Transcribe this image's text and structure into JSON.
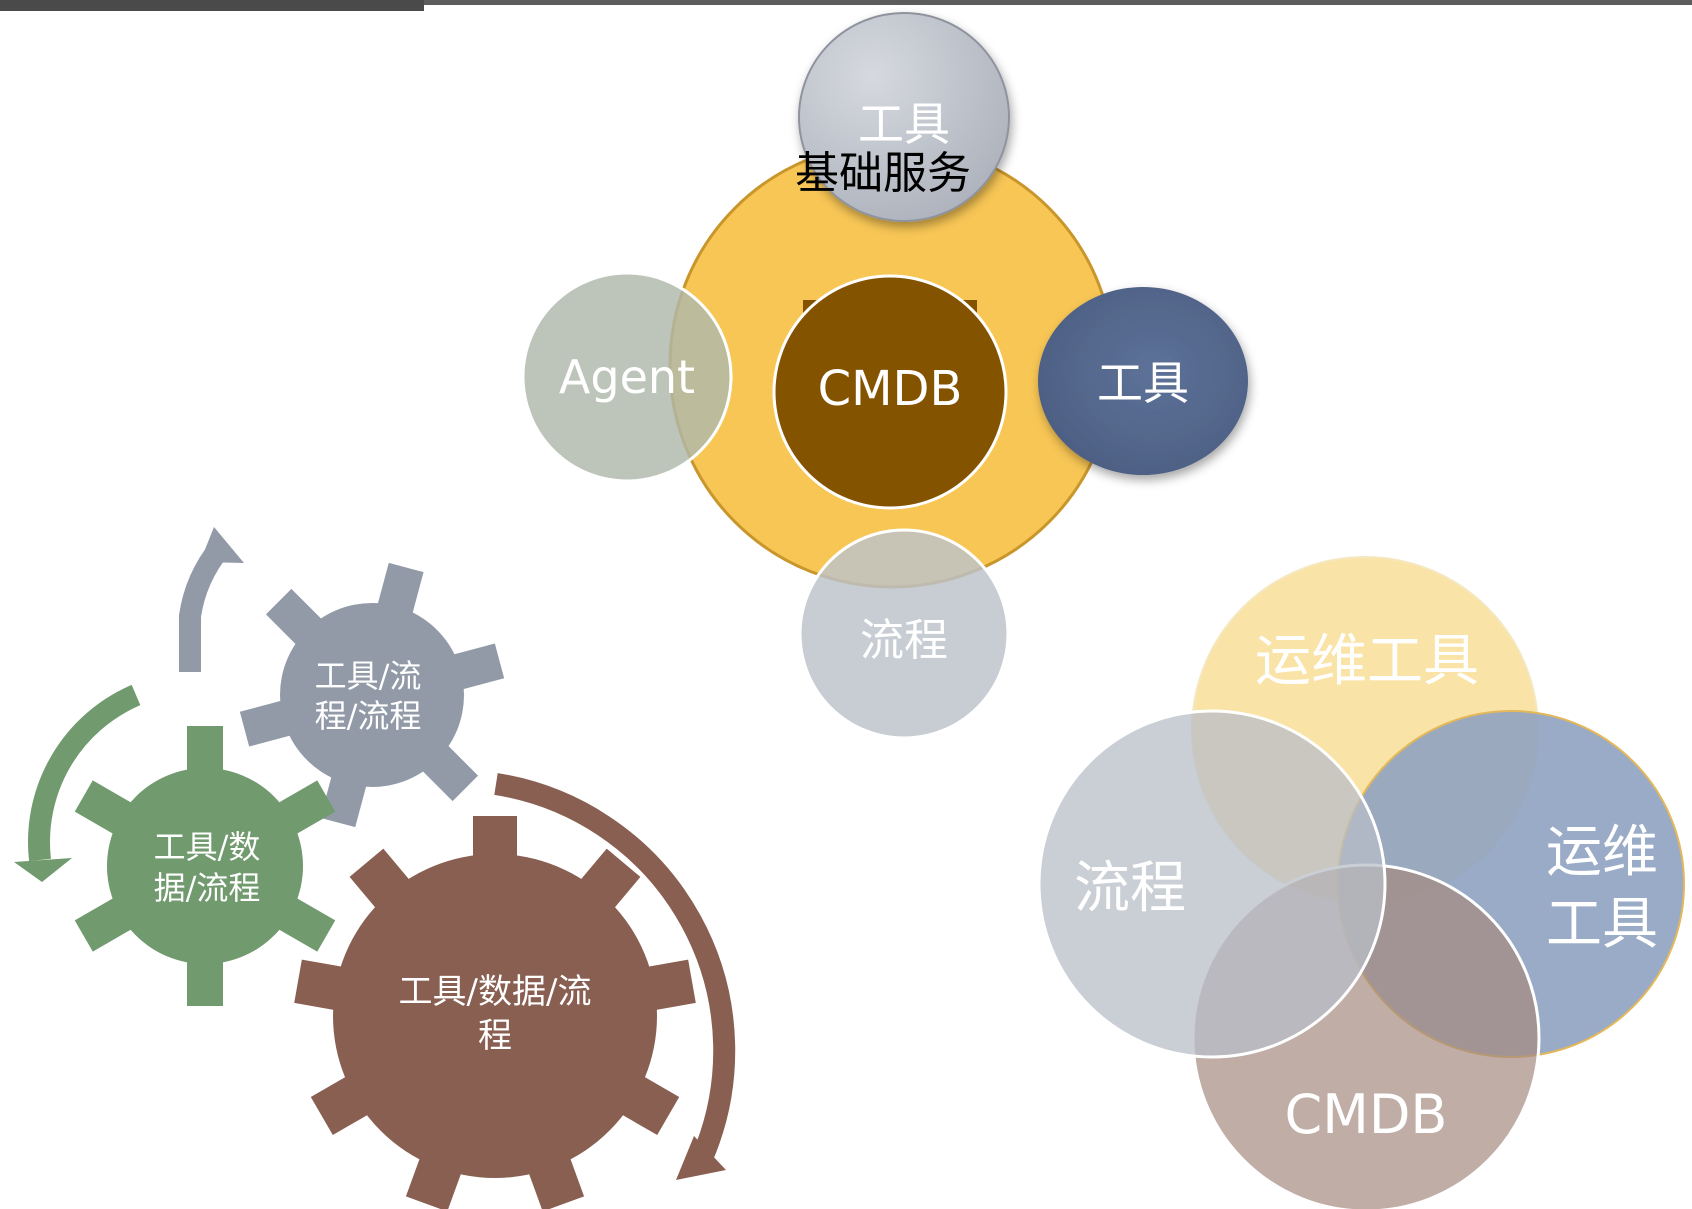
{
  "hub": {
    "ring_label": "基础服务",
    "center_label": "CMDB",
    "top_label": "工具",
    "left_label": "Agent",
    "right_label": "工具",
    "bottom_label": "流程"
  },
  "gears": {
    "gray": {
      "line1": "工具/流",
      "line2": "程/流程"
    },
    "green": {
      "line1": "工具/数",
      "line2": "据/流程"
    },
    "brown": {
      "line1": "工具/数据/流",
      "line2": "程"
    }
  },
  "venn": {
    "top_label": "运维工具",
    "left_label": "流程",
    "right_line1": "运维",
    "right_line2": "工具",
    "bottom_label": "CMDB"
  },
  "colors": {
    "ring_yellow": "#F8C655",
    "cmdb_brown": "#845300",
    "gear_gray": "#929aa8",
    "gear_green": "#719a6e",
    "gear_brown": "#895f52",
    "venn_yellow": "#fae3a6",
    "venn_blue": "#8fa2c1",
    "venn_gray": "#c3c8d0",
    "venn_brown": "#b5a099"
  }
}
